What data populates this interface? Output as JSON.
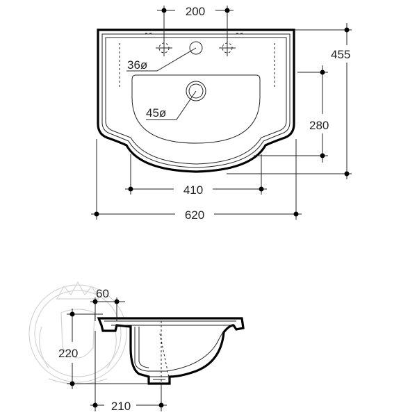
{
  "drawing": {
    "top_view": {
      "dimensions": {
        "tap_spacing": "200",
        "overall_width": "620",
        "bowl_width": "410",
        "overall_depth": "455",
        "bowl_depth": "280",
        "tap_hole_diameter": "36ø",
        "waste_hole_diameter": "45ø"
      }
    },
    "side_view": {
      "dimensions": {
        "rim_thickness": "60",
        "height": "220",
        "waste_offset": "210"
      }
    },
    "colors": {
      "line": "#000000",
      "watermark": "#d4d4d4"
    }
  }
}
